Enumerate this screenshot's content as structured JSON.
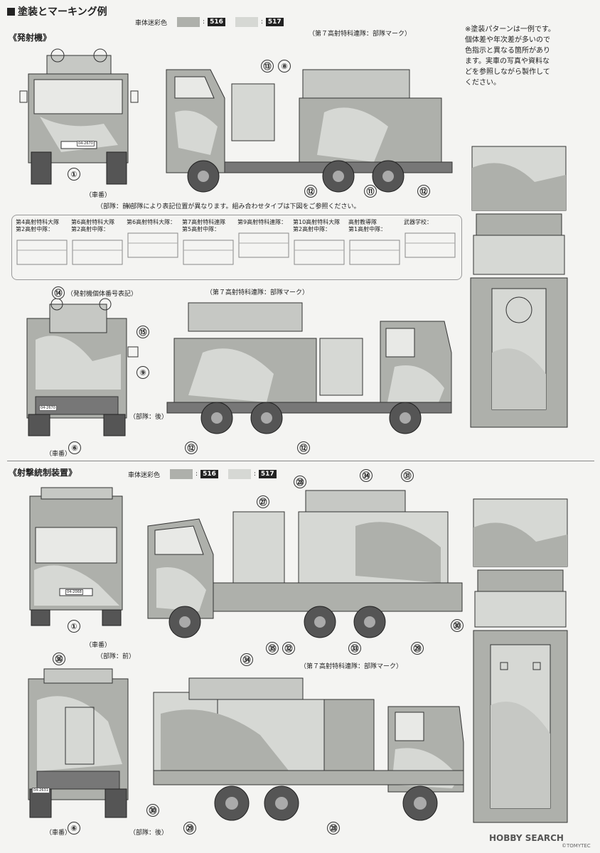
{
  "header": {
    "title": "塗装とマーキング例"
  },
  "colors": {
    "camo_516": "#aeb0ab",
    "camo_517": "#d6d8d4",
    "ink": "#222222",
    "paper": "#f4f4f2"
  },
  "paint_legend": {
    "label": "車体迷彩色",
    "colon": ":",
    "code_a": "516",
    "code_b": "517"
  },
  "note_text": "※塗装パターンは一例です。\n個体差や年次差が多いので\n色指示と異なる箇所があり\nます。実車の写真や資料な\nどを参照しながら製作して\nください。",
  "launcher": {
    "section_title": "《発射機》",
    "mark_unit_top": "（第７高射特科連隊：部隊マーク）",
    "mark_unit_side": "（第７高射特科連隊：部隊マーク）",
    "label_plate_front": "（車番）",
    "label_unit_front": "（部隊：前）",
    "footnote": "※部隊により表記位置が異なります。組み合わせタイプは下図をご参照ください。",
    "label_serial_number": "（発射機個体番号表記）",
    "label_unit_rear": "（部隊：後）",
    "label_plate_rear": "（車番）",
    "plate_front": "04-2670",
    "plate_rear": "04-2670",
    "callouts": [
      "⑬",
      "⑧",
      "①",
      "⑫",
      "⑪",
      "⑫",
      "⑭",
      "⑮",
      "⑨",
      "⑥",
      "⑫",
      "⑫"
    ],
    "units": [
      "第4高射特科大隊\n第2高射中隊：",
      "第6高射特科大隊\n第2高射中隊：",
      "第6高射特科大隊：",
      "第7高射特科連隊\n第5高射中隊：",
      "第9高射特科連隊：",
      "第10高射特科大隊\n第2高射中隊：",
      "高射教導隊\n第1高射中隊：",
      "武器学校："
    ]
  },
  "fcs": {
    "section_title": "《射撃統制装置》",
    "mark_unit": "（第７高射特科連隊：部隊マーク）",
    "label_plate_front": "（車番）",
    "label_unit_front": "（部隊：前）",
    "label_plate_rear": "（車番）",
    "label_unit_rear": "（部隊：後）",
    "plate_front": "04-2068",
    "plate_rear": "04-2631",
    "callouts": [
      "㉗",
      "㉘",
      "㉞",
      "㉛",
      "①",
      "㉚",
      "㉟",
      "㉜",
      "㉝",
      "㉙",
      "㊱",
      "㉞",
      "⑥",
      "㉚",
      "㉙",
      "㉘"
    ]
  },
  "watermark": {
    "brand": "HOBBY SEARCH",
    "sub": "©TOMYTEC"
  }
}
